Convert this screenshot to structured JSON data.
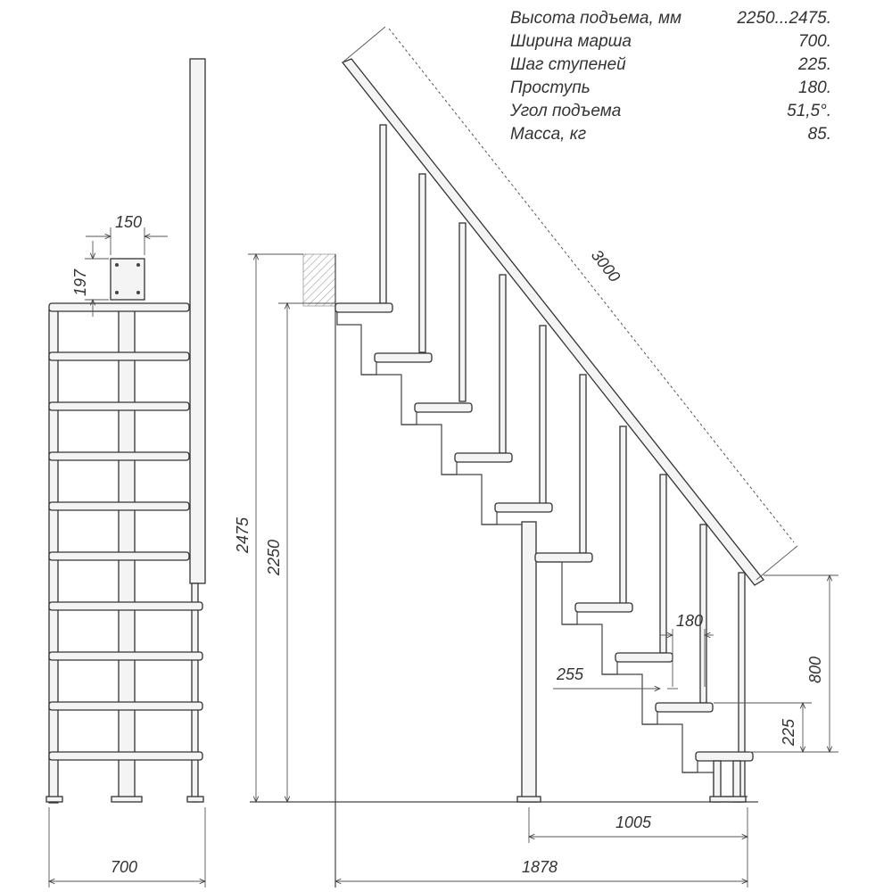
{
  "specs": [
    {
      "label": "Высота подъема, мм",
      "value": "2250...2475."
    },
    {
      "label": "Ширина марша",
      "value": "700."
    },
    {
      "label": "Шаг ступеней",
      "value": "225."
    },
    {
      "label": "Проступь",
      "value": "180."
    },
    {
      "label": "Угол подъема",
      "value": "51,5°."
    },
    {
      "label": "Масса, кг",
      "value": "85."
    }
  ],
  "dimensions": {
    "width_top": "150",
    "plate_height": "197",
    "width_front": "700",
    "height_max": "2475",
    "height_min": "2250",
    "rail_length": "3000",
    "tread_depth": "180",
    "tread_overhang": "255",
    "rail_height": "800",
    "step_height": "225",
    "span_lower": "1005",
    "total_length": "1878"
  }
}
